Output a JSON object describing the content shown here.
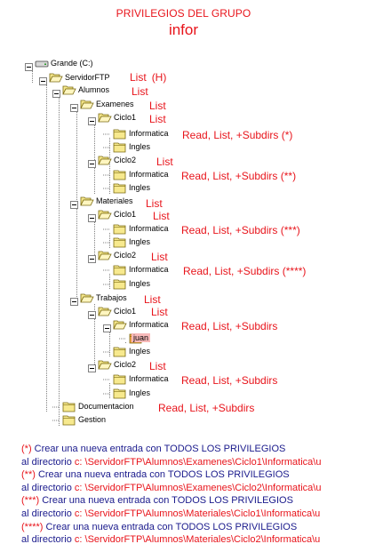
{
  "header": {
    "title": "PRIVILEGIOS DEL GRUPO",
    "group": "infor"
  },
  "tree": [
    {
      "id": "grande",
      "label": "Grande (C:)",
      "icon": "drive-icon",
      "exp": true
    },
    {
      "id": "servidorftp",
      "label": "ServidorFTP",
      "icon": "folder-open-icon",
      "exp": true,
      "ann": "List",
      "ann_extra": "(H)"
    },
    {
      "id": "alumnos",
      "label": "Alumnos",
      "icon": "folder-open-icon",
      "exp": true,
      "ann": "List"
    },
    {
      "id": "examenes",
      "label": "Examenes",
      "icon": "folder-open-icon",
      "exp": true,
      "ann": "List"
    },
    {
      "id": "ex-ciclo1",
      "label": "Ciclo1",
      "icon": "folder-open-icon",
      "exp": true,
      "ann": "List"
    },
    {
      "id": "ex-c1-informatica",
      "label": "Informatica",
      "icon": "folder-icon",
      "exp": false,
      "ann": "Read, List, +Subdirs  (*)"
    },
    {
      "id": "ex-c1-ingles",
      "label": "Ingles",
      "icon": "folder-icon"
    },
    {
      "id": "ex-ciclo2",
      "label": "Ciclo2",
      "icon": "folder-open-icon",
      "exp": true,
      "ann": "List"
    },
    {
      "id": "ex-c2-informatica",
      "label": "Informatica",
      "icon": "folder-icon",
      "exp": false,
      "ann": "Read, List, +Subdirs (**)"
    },
    {
      "id": "ex-c2-ingles",
      "label": "Ingles",
      "icon": "folder-icon"
    },
    {
      "id": "materiales",
      "label": "Materiales",
      "icon": "folder-open-icon",
      "exp": true,
      "ann": "List"
    },
    {
      "id": "ma-ciclo1",
      "label": "Ciclo1",
      "icon": "folder-open-icon",
      "exp": true,
      "ann": "List"
    },
    {
      "id": "ma-c1-informatica",
      "label": "Informatica",
      "icon": "folder-icon",
      "exp": false,
      "ann": "Read, List, +Subdirs  (***)"
    },
    {
      "id": "ma-c1-ingles",
      "label": "Ingles",
      "icon": "folder-icon"
    },
    {
      "id": "ma-ciclo2",
      "label": "Ciclo2",
      "icon": "folder-open-icon",
      "exp": true,
      "ann": "List"
    },
    {
      "id": "ma-c2-informatica",
      "label": "Informatica",
      "icon": "folder-icon",
      "exp": false,
      "ann": "Read, List, +Subdirs  (****)"
    },
    {
      "id": "ma-c2-ingles",
      "label": "Ingles",
      "icon": "folder-icon"
    },
    {
      "id": "trabajos",
      "label": "Trabajos",
      "icon": "folder-open-icon",
      "exp": true,
      "ann": "List"
    },
    {
      "id": "tr-ciclo1",
      "label": "Ciclo1",
      "icon": "folder-open-icon",
      "exp": true,
      "ann": "List"
    },
    {
      "id": "tr-c1-informatica",
      "label": "Informatica",
      "icon": "folder-open-icon",
      "exp": true,
      "ann": "Read, List, +Subdirs"
    },
    {
      "id": "juan",
      "label": "juan",
      "icon": "folder-icon",
      "highlight": true
    },
    {
      "id": "tr-c1-ingles",
      "label": "Ingles",
      "icon": "folder-icon"
    },
    {
      "id": "tr-ciclo2",
      "label": "Ciclo2",
      "icon": "folder-open-icon",
      "exp": true,
      "ann": "List"
    },
    {
      "id": "tr-c2-informatica",
      "label": "Informatica",
      "icon": "folder-icon",
      "exp": false,
      "ann": "Read, List, +Subdirs"
    },
    {
      "id": "tr-c2-ingles",
      "label": "Ingles",
      "icon": "folder-icon"
    },
    {
      "id": "documentacion",
      "label": "Documentacion",
      "icon": "folder-icon",
      "ann": "Read, List, +Subdirs"
    },
    {
      "id": "gestion",
      "label": "Gestion",
      "icon": "folder-icon"
    }
  ],
  "notes": [
    {
      "marker": "(*)",
      "text": "Crear una nueva entrada con TODOS LOS PRIVILEGIOS",
      "prefix": "al directorio",
      "path": "c: \\ServidorFTP\\Alumnos\\Examenes\\Ciclo1\\Informatica\\u"
    },
    {
      "marker": "(**)",
      "text": "Crear una nueva entrada con TODOS LOS PRIVILEGIOS",
      "prefix": "al directorio",
      "path": "c: \\ServidorFTP\\Alumnos\\Examenes\\Ciclo2\\Informatica\\u"
    },
    {
      "marker": "(***)",
      "text": "Crear una nueva entrada con TODOS LOS PRIVILEGIOS",
      "prefix": "al directorio",
      "path": "c: \\ServidorFTP\\Alumnos\\Materiales\\Ciclo1\\Informatica\\u"
    },
    {
      "marker": "(****)",
      "text": "Crear una nueva entrada con TODOS LOS PRIVILEGIOS",
      "prefix": "al directorio",
      "path": "c: \\ServidorFTP\\Alumnos\\Materiales\\Ciclo2\\Informatica\\u"
    }
  ]
}
